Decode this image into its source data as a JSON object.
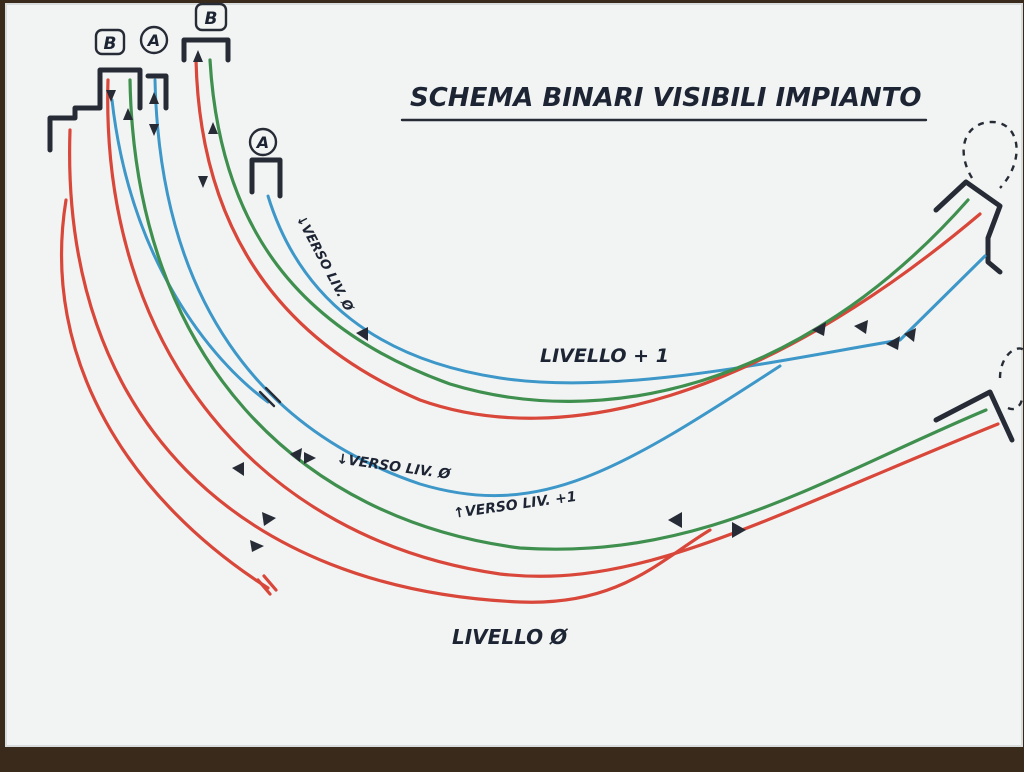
{
  "title": "SCHEMA BINARI VISIBILI IMPIANTO",
  "labels": {
    "level_plus_1": "LIVELLO + 1",
    "level_0": "LIVELLO Ø",
    "towards_level_0_top": "↓VERSO LIV. Ø",
    "towards_level_0_mid": "↓VERSO LIV. Ø",
    "towards_level_plus_1": "↑VERSO LIV. +1"
  },
  "markers": {
    "b_left": "B",
    "a_left": "A",
    "b_top": "B",
    "a_inner": "A"
  },
  "colors": {
    "paper": "#f2f4f3",
    "track_red": "#d8473a",
    "track_green": "#3f8f4f",
    "track_blue": "#3d97c8",
    "ink": "#262b36"
  }
}
